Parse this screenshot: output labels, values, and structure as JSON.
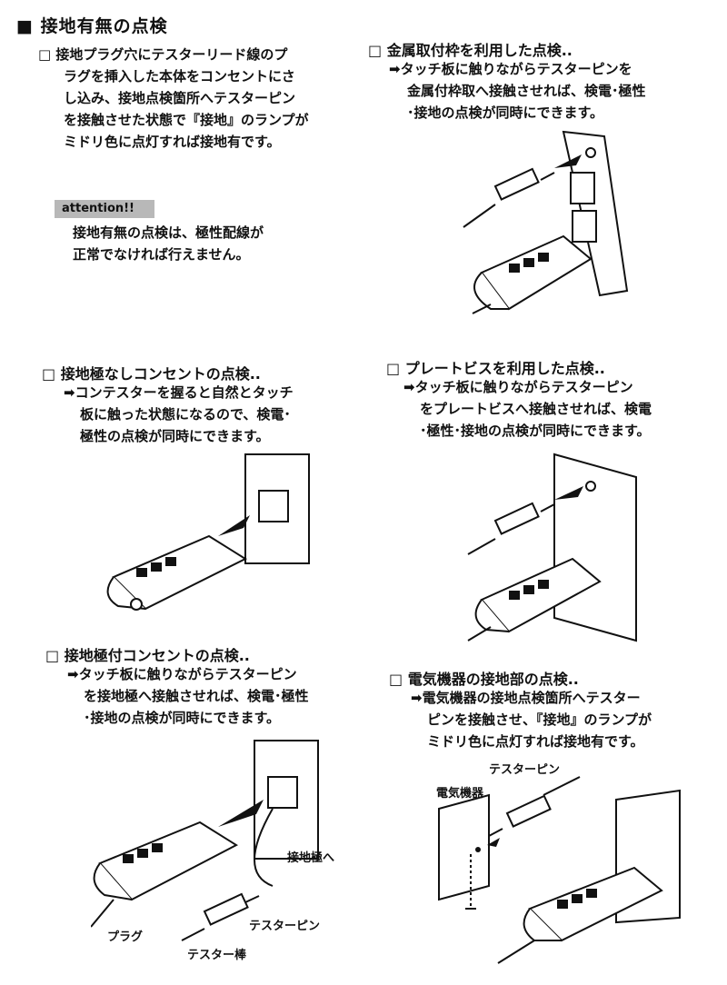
{
  "title": "■ 接地有無の点検",
  "intro": {
    "lines": [
      "□ 接地プラグ穴にテスターリード線のプ",
      "ラグを挿入した本体をコンセントにさ",
      "し込み、接地点検箇所へテスターピン",
      "を接触させた状態で『接地』のランプが",
      "ミドリ色に点灯すれば接地有です。"
    ]
  },
  "attention": {
    "badge": "attention!!",
    "lines": [
      "接地有無の点検は、極性配線が",
      "正常でなければ行えません。"
    ]
  },
  "sections": {
    "metal_frame": {
      "heading": "□ 金属取付枠を利用した点検..",
      "lines": [
        "➡タッチ板に触りながらテスターピンを",
        "金属付枠取へ接触させれば、検電･極性",
        "･接地の点検が同時にできます。"
      ]
    },
    "no_ground": {
      "heading": "□ 接地極なしコンセントの点検..",
      "lines": [
        "➡コンテスターを握ると自然とタッチ",
        "板に触った状態になるので、検電･",
        "極性の点検が同時にできます。"
      ]
    },
    "plate_screw": {
      "heading": "□ プレートビスを利用した点検..",
      "lines": [
        "➡タッチ板に触りながらテスターピン",
        "をプレートビスへ接触させれば、検電",
        "･極性･接地の点検が同時にできます。"
      ]
    },
    "with_ground": {
      "heading": "□ 接地極付コンセントの点検..",
      "lines": [
        "➡タッチ板に触りながらテスターピン",
        "を接地極へ接触させれば、検電･極性",
        "･接地の点検が同時にできます。"
      ]
    },
    "appliance": {
      "heading": "□ 電気機器の接地部の点検..",
      "lines": [
        "➡電気機器の接地点検箇所へテスター",
        "ピンを接触させ、『接地』のランプが",
        "ミドリ色に点灯すれば接地有です。"
      ]
    }
  },
  "labels": {
    "ground_pole": "接地極へ",
    "tester_pin": "テスターピン",
    "plug": "プラグ",
    "tester_rod": "テスター棒",
    "tester_pin_2": "テスターピン",
    "appliance": "電気機器"
  }
}
